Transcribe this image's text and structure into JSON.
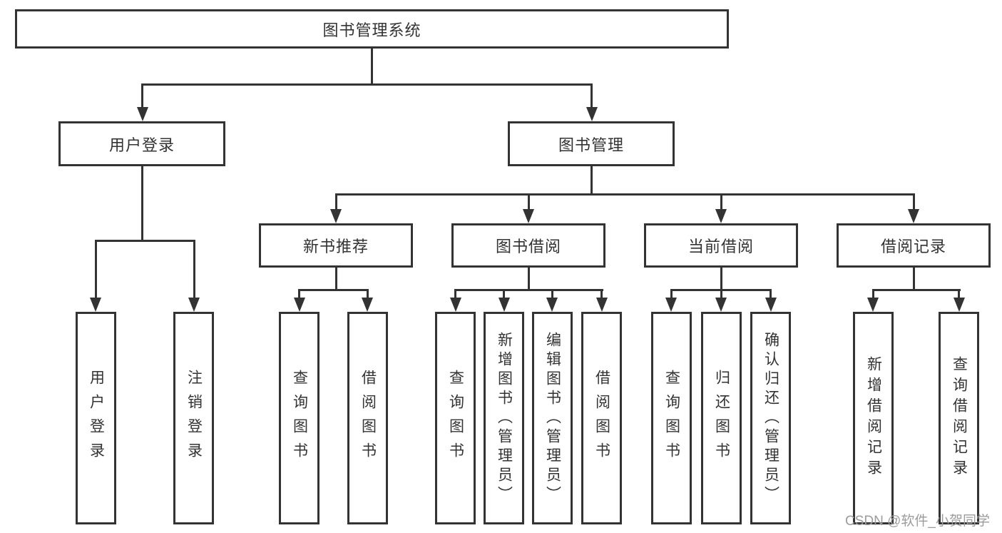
{
  "diagram": {
    "root": {
      "label": "图书管理系统"
    },
    "groups": [
      {
        "label": "用户登录",
        "leaves": [
          "用户登录",
          "注销登录"
        ]
      },
      {
        "label": "图书管理",
        "subgroups": [
          {
            "label": "新书推荐",
            "leaves": [
              "查询图书",
              "借阅图书"
            ]
          },
          {
            "label": "图书借阅",
            "leaves": [
              "查询图书",
              "新增图书（管理员）",
              "编辑图书（管理员）",
              "借阅图书"
            ]
          },
          {
            "label": "当前借阅",
            "leaves": [
              "查询图书",
              "归还图书",
              "确认归还（管理员）"
            ]
          },
          {
            "label": "借阅记录",
            "leaves": [
              "新增借阅记录",
              "查询借阅记录"
            ]
          }
        ]
      }
    ]
  },
  "watermark": {
    "text": "CSDN @软件_小贺同学"
  },
  "colors": {
    "line": "#333333",
    "text": "#333333",
    "watermark_color": "#9c9c9c",
    "background": "#ffffff"
  }
}
